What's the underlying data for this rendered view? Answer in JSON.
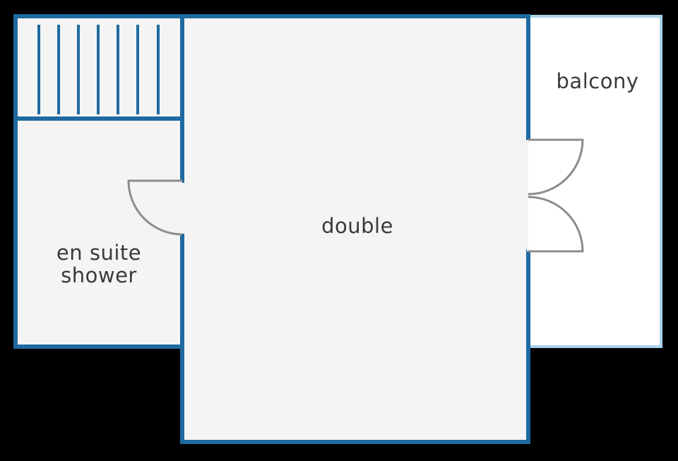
{
  "colors": {
    "background": "#000000",
    "wall": "#1e6aa0",
    "balcony_wall": "#a9d3ea",
    "floor": "#f4f4f4",
    "balcony_floor": "#ffffff",
    "door": "#8c8c8c",
    "label": "#3a3a3a"
  },
  "rooms": {
    "balcony": {
      "label": "balcony"
    },
    "double": {
      "label": "double"
    },
    "en_suite": {
      "label_line1": "en suite",
      "label_line2": "shower"
    }
  }
}
